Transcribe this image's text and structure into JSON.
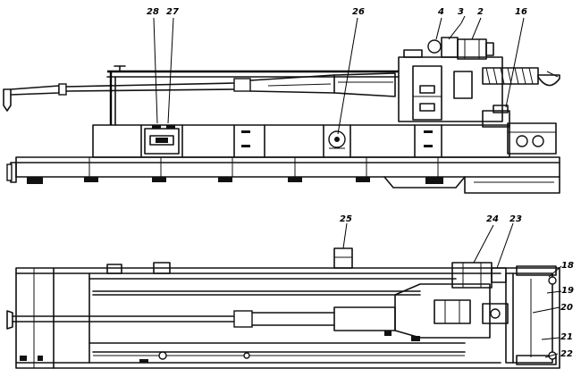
{
  "callouts": [
    {
      "id": "c2",
      "label": "2"
    },
    {
      "id": "c3",
      "label": "3"
    },
    {
      "id": "c4",
      "label": "4"
    },
    {
      "id": "c16",
      "label": "16"
    },
    {
      "id": "c18",
      "label": "18"
    },
    {
      "id": "c19",
      "label": "19"
    },
    {
      "id": "c20",
      "label": "20"
    },
    {
      "id": "c21",
      "label": "21"
    },
    {
      "id": "c22",
      "label": "22"
    },
    {
      "id": "c23",
      "label": "23"
    },
    {
      "id": "c24",
      "label": "24"
    },
    {
      "id": "c25",
      "label": "25"
    },
    {
      "id": "c26",
      "label": "26"
    },
    {
      "id": "c27",
      "label": "27"
    },
    {
      "id": "c28",
      "label": "28"
    }
  ]
}
